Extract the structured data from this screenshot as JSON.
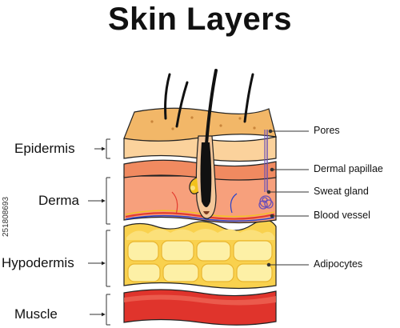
{
  "title": "Skin Layers",
  "layers": [
    {
      "id": "epidermis",
      "label": "Epidermis"
    },
    {
      "id": "derma",
      "label": "Derma"
    },
    {
      "id": "hypodermis",
      "label": "Hypodermis"
    },
    {
      "id": "muscle",
      "label": "Muscle"
    }
  ],
  "parts": [
    {
      "id": "pores",
      "label": "Pores"
    },
    {
      "id": "dermal-papillae",
      "label": "Dermal papillae"
    },
    {
      "id": "sweat-gland",
      "label": "Sweat gland"
    },
    {
      "id": "blood-vessel",
      "label": "Blood vessel"
    },
    {
      "id": "adipocytes",
      "label": "Adipocytes"
    }
  ],
  "stock_id": "251808693",
  "colors": {
    "epidermis_top": "#f2b768",
    "epidermis_face": "#fbd29c",
    "derma": "#f7a07c",
    "dermal_papillae": "#f08a60",
    "hypodermis": "#f9d14e",
    "fat_cells": "#fdf0a6",
    "muscle": "#e0342c",
    "outline": "#222222"
  }
}
